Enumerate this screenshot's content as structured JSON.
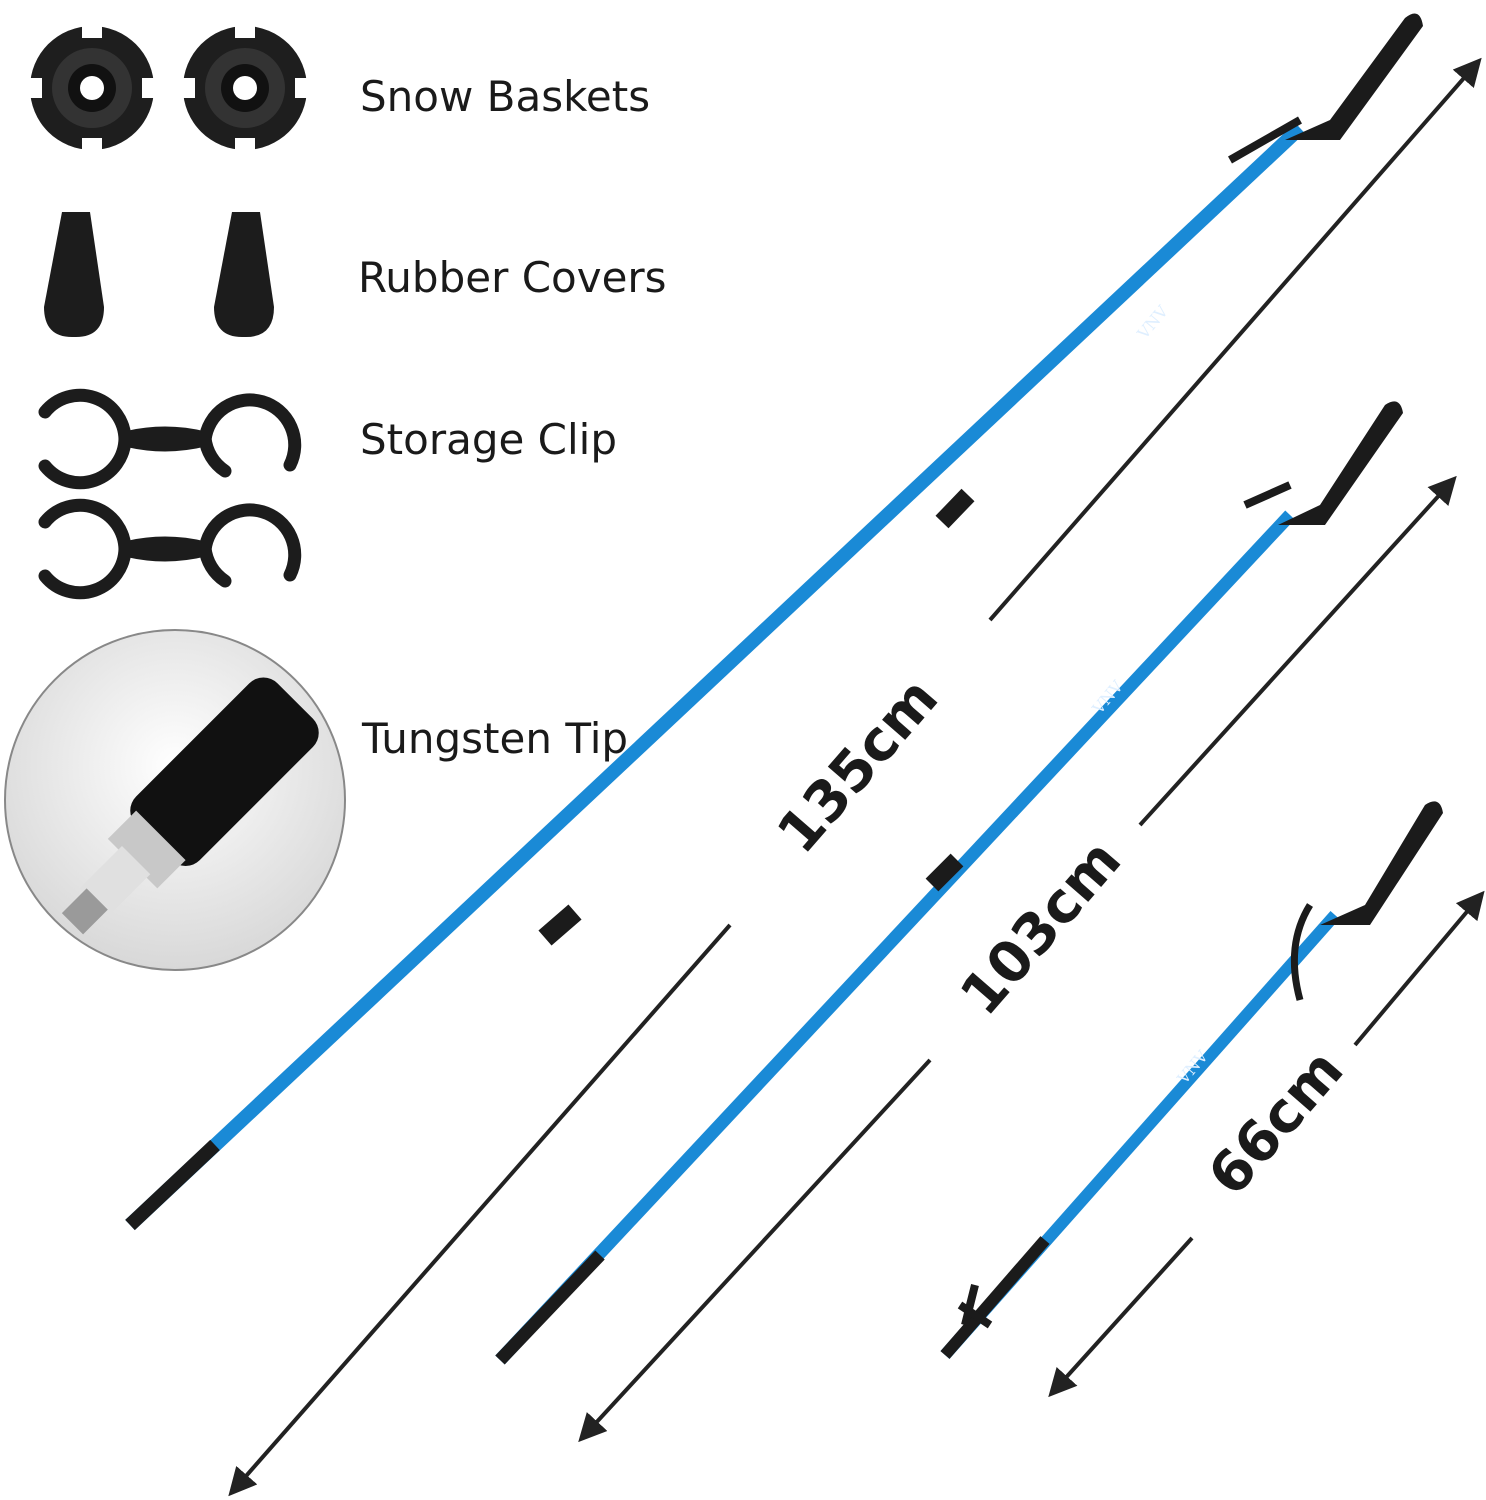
{
  "accessories": [
    {
      "label": "Snow Baskets"
    },
    {
      "label": "Rubber Covers"
    },
    {
      "label": "Storage Clip"
    },
    {
      "label": "Tungsten Tip"
    }
  ],
  "measurements": {
    "extended": "135cm",
    "medium": "103cm",
    "collapsed": "66cm"
  },
  "brand": "VNV",
  "colors": {
    "pole": "#1f8fd6",
    "rubber": "#1b1b1b",
    "arrow": "#222222"
  }
}
